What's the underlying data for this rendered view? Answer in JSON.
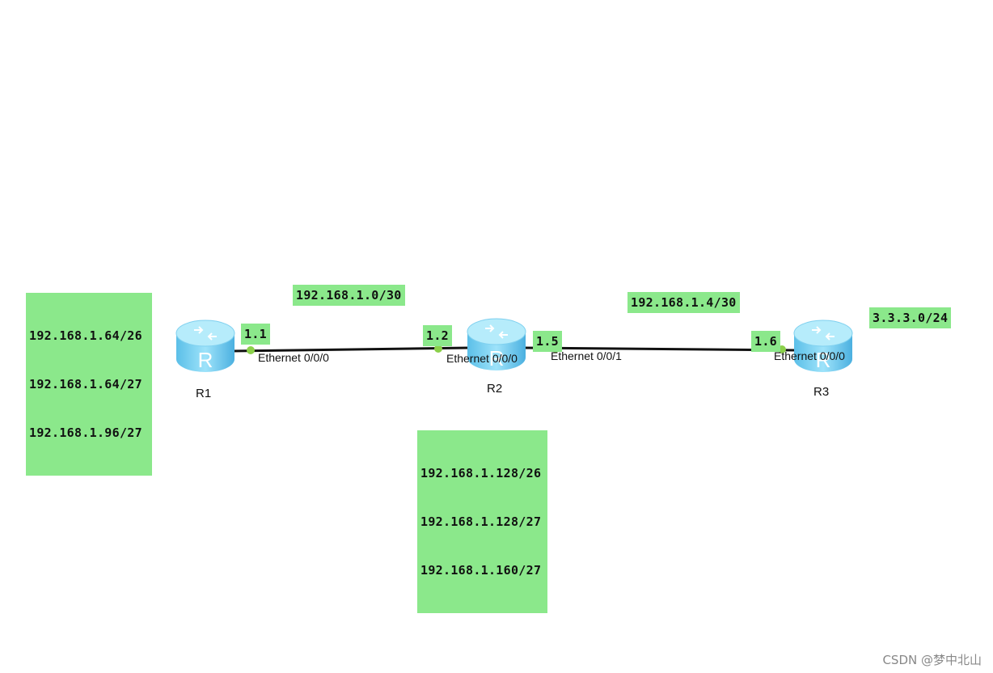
{
  "routers": [
    {
      "name": "R1"
    },
    {
      "name": "R2"
    },
    {
      "name": "R3"
    }
  ],
  "r1_networks": [
    "192.168.1.64/26",
    "192.168.1.64/27",
    "192.168.1.96/27"
  ],
  "r2_networks": [
    "192.168.1.128/26",
    "192.168.1.128/27",
    "192.168.1.160/27"
  ],
  "r3_network": "3.3.3.0/24",
  "link1": {
    "subnet": "192.168.1.0/30",
    "r1_ip": "1.1",
    "r1_interface": "Ethernet 0/0/0",
    "r2_ip": "1.2",
    "r2_interface": "Ethernet 0/0/0"
  },
  "link2": {
    "subnet": "192.168.1.4/30",
    "r2_ip": "1.5",
    "r2_interface": "Ethernet 0/0/1",
    "r3_ip": "1.6",
    "r3_interface": "Ethernet 0/0/0"
  },
  "watermark": "CSDN @梦中北山",
  "colors": {
    "label_bg": "#8be88b",
    "router": "#6cc8ef"
  }
}
